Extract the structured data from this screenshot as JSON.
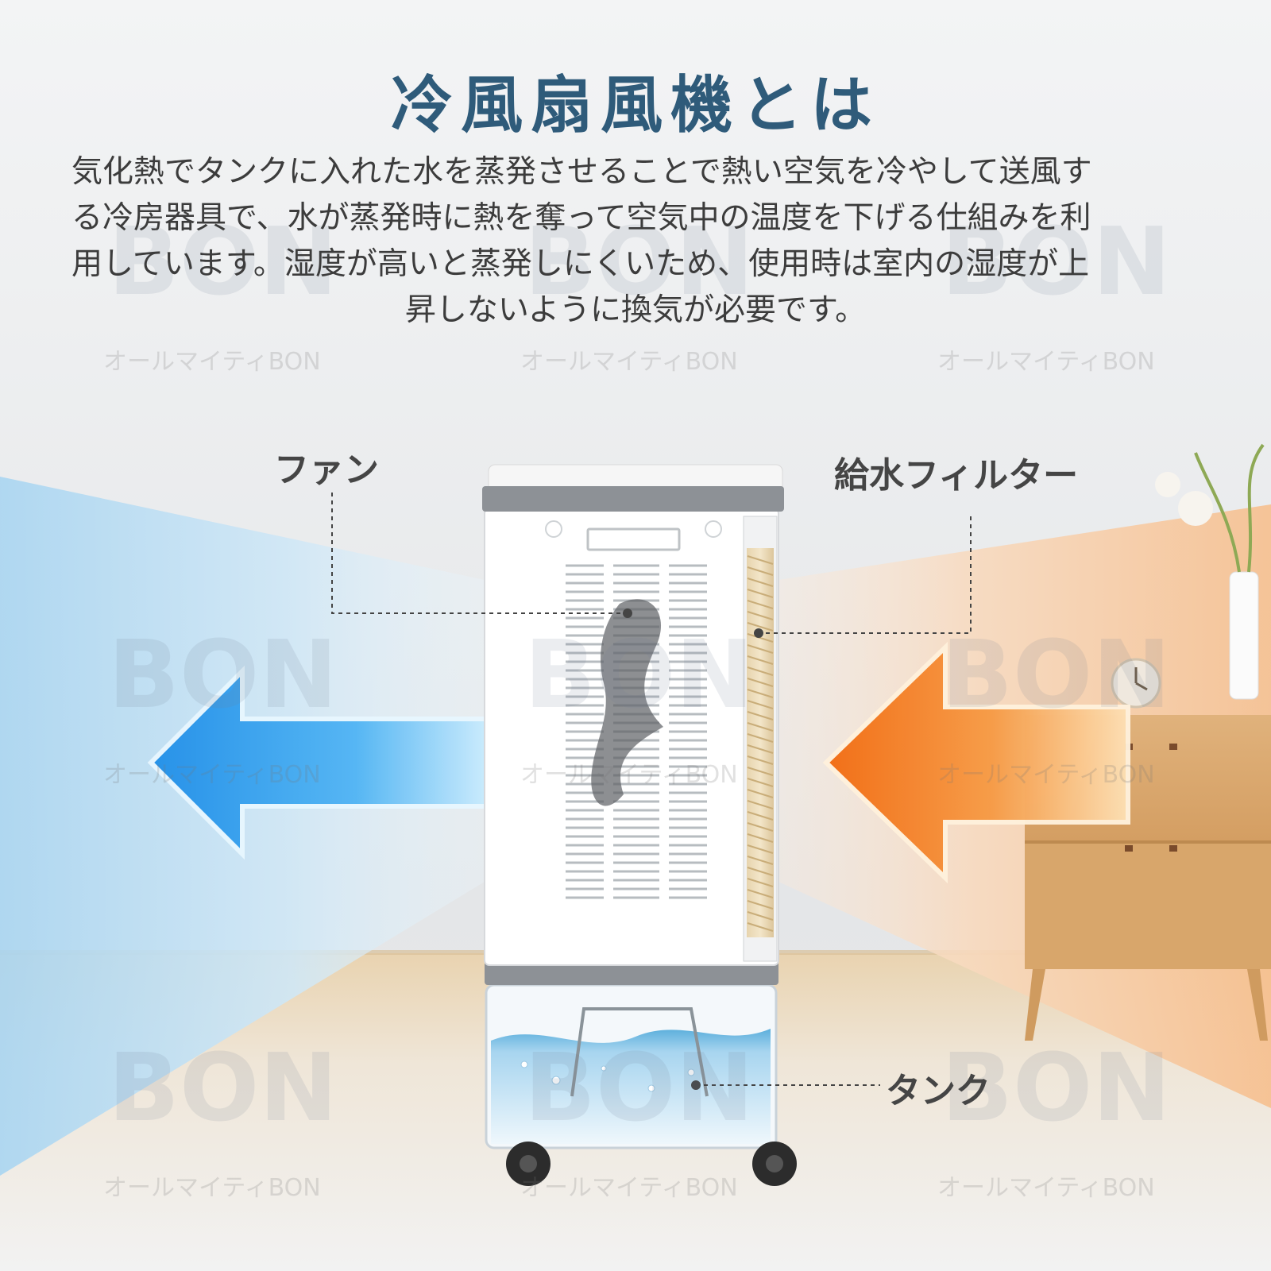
{
  "title": "冷風扇風機とは",
  "description_lines": [
    "気化熱でタンクに入れた水を蒸発させることで熱い空気を冷やして送風す",
    "る冷房器具で、水が蒸発時に熱を奪って空気中の温度を下げる仕組みを利",
    "用しています。湿度が高いと蒸発しにくいため、使用時は室内の湿度が上",
    "昇しないように換気が必要です。"
  ],
  "labels": {
    "fan": "ファン",
    "filter": "給水フィルター",
    "tank": "タンク"
  },
  "watermark": {
    "logo": "BON",
    "text": "オールマイティBON"
  },
  "colors": {
    "title": "#2f5b7a",
    "cool_arrow": "#2a9cf0",
    "warm_arrow": "#f47a1e",
    "label": "#454545"
  }
}
